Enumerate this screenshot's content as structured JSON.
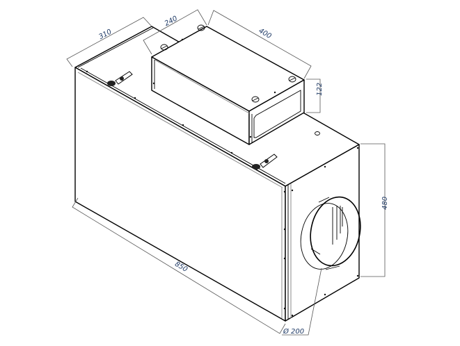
{
  "drawing": {
    "type": "isometric technical drawing",
    "subject": "rectangular ventilation duct unit with top filter box and circular duct connection",
    "background": "#ffffff",
    "line_color": "#000000",
    "dimension_text_color": "#1f3a66"
  },
  "dimensions": {
    "depth_top": {
      "label": "310",
      "units": "mm"
    },
    "filter_box_depth": {
      "label": "240",
      "units": "mm"
    },
    "filter_box_length": {
      "label": "400",
      "units": "mm"
    },
    "filter_box_height": {
      "label": "122",
      "units": "mm"
    },
    "unit_height": {
      "label": "480",
      "units": "mm"
    },
    "unit_length": {
      "label": "850",
      "units": "mm"
    },
    "duct_diameter": {
      "label": "Ø 200",
      "units": "mm"
    }
  },
  "components": [
    {
      "name": "main-housing",
      "description": "rectangular box body"
    },
    {
      "name": "filter-box",
      "description": "small box mounted on top with 4 thumb screws"
    },
    {
      "name": "latch-clamps",
      "count": 2,
      "description": "toggle latches on top lid edge"
    },
    {
      "name": "circular-duct-spigot",
      "description": "round connection on end face"
    },
    {
      "name": "top-hole",
      "description": "small round hole on top surface"
    }
  ]
}
